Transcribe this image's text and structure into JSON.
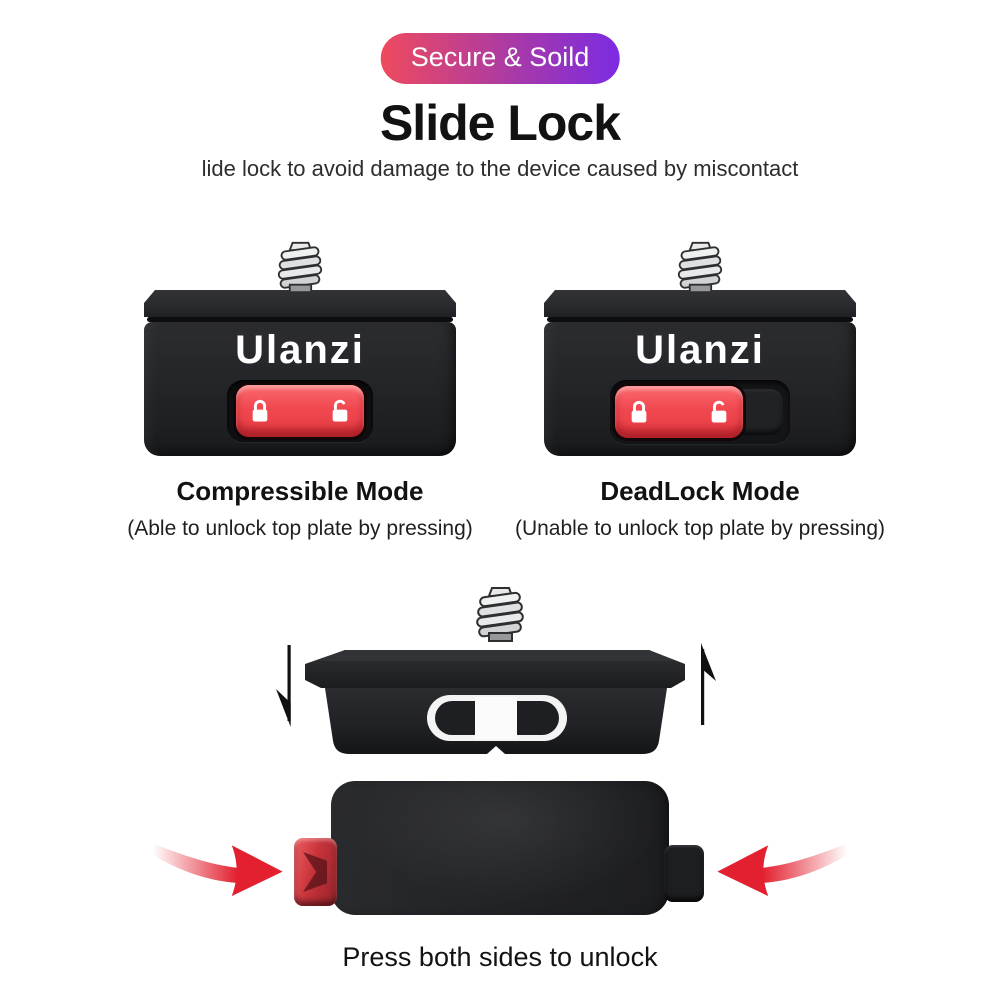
{
  "badge": {
    "label": "Secure & Soild",
    "gradient_from": "#EF4A5E",
    "gradient_to": "#7C2BE2"
  },
  "header": {
    "title": "Slide Lock",
    "subtitle": "lide lock to avoid damage to the device caused by miscontact"
  },
  "products": [
    {
      "brand": "Ulanzi",
      "mode_title": "Compressible Mode",
      "mode_caption": "(Able to unlock top plate by pressing)",
      "button_state": "centered"
    },
    {
      "brand": "Ulanzi",
      "mode_title": "DeadLock Mode",
      "mode_caption": "(Unable to unlock top plate by pressing)",
      "button_state": "slid-left"
    }
  ],
  "footer": {
    "caption": "Press both sides to unlock"
  },
  "colors": {
    "button_red": "#EF4149",
    "arrow_red": "#E2202F",
    "plate_black": "#232427"
  },
  "icon_names": [
    "screw-icon",
    "lock-closed-icon",
    "lock-open-icon",
    "down-harpoon-arrow-icon",
    "up-harpoon-arrow-icon",
    "press-arrow-icon"
  ]
}
